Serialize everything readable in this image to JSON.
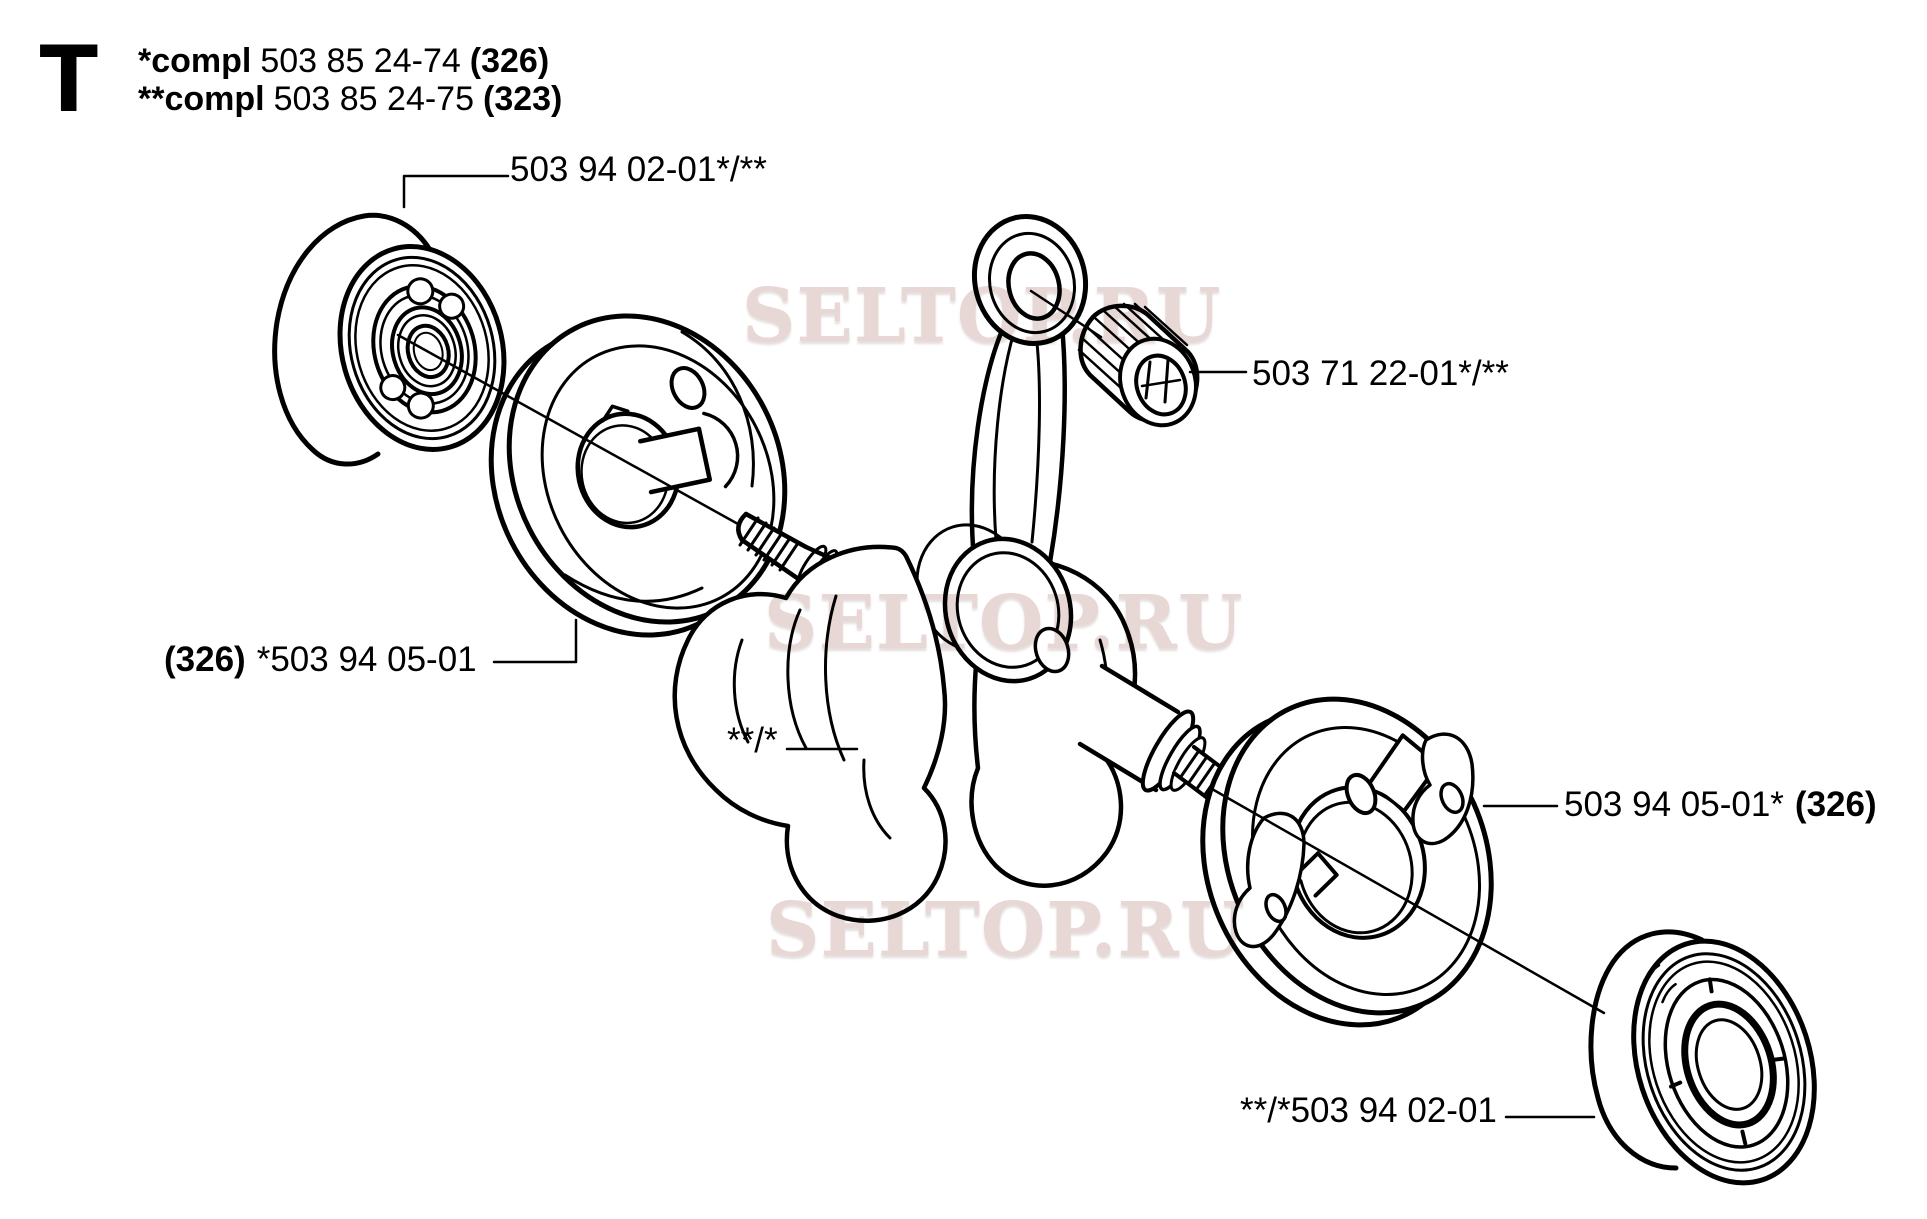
{
  "page": {
    "background": "#ffffff",
    "line_color": "#000000",
    "description": "Exploded parts diagram of a crankshaft assembly"
  },
  "header": {
    "section_letter": "T",
    "assemblies": [
      {
        "prefix": "*compl",
        "number": "503 85 24-74",
        "ref": "(326)"
      },
      {
        "prefix": "**compl",
        "number": "503 85 24-75",
        "ref": "(323)"
      }
    ]
  },
  "part_labels": {
    "bearing_top": {
      "text": "503 94 02-01*/**"
    },
    "needle_bearing": {
      "text": "503 71 22-01*/**"
    },
    "flywheel_left": {
      "ref": "(326)",
      "text": "*503 94 05-01"
    },
    "crankshaft": {
      "text": "**/*"
    },
    "flywheel_right": {
      "text": "503 94 05-01*",
      "ref": "(326)"
    },
    "bearing_bottom": {
      "text": "**/*503 94 02-01"
    }
  },
  "watermark": {
    "text": "SELTOP.RU",
    "color": "#e7d7d5"
  }
}
